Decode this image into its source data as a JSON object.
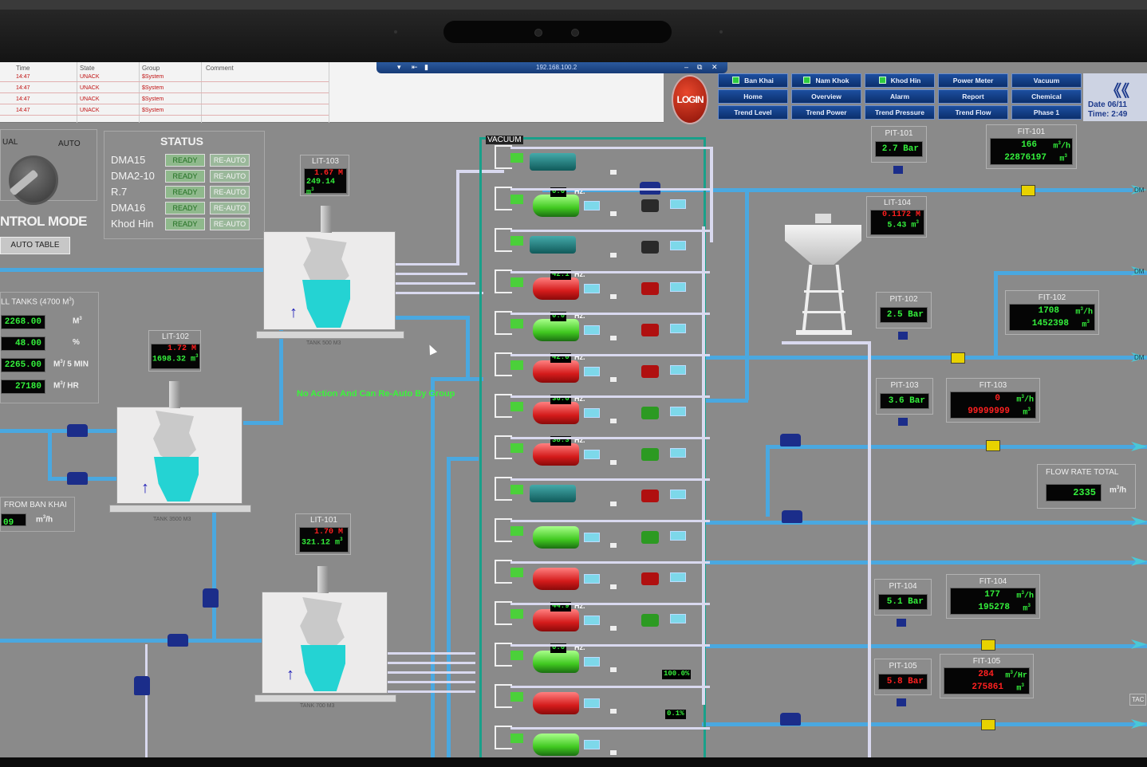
{
  "alarm_list": {
    "headers": [
      "Time",
      "State",
      "Group",
      "Comment"
    ],
    "rows": [
      {
        "time": "14:47",
        "state": "UNACK",
        "group": "$System"
      },
      {
        "time": "14:47",
        "state": "UNACK",
        "group": "$System"
      },
      {
        "time": "14:47",
        "state": "UNACK",
        "group": "$System"
      },
      {
        "time": "14:47",
        "state": "UNACK",
        "group": "$System"
      }
    ]
  },
  "remote_bar": {
    "ip": "192.168.100.2"
  },
  "login_label": "LOGIN",
  "nav": {
    "row1": [
      {
        "label": "Ban Khai",
        "indicator": true
      },
      {
        "label": "Nam Khok",
        "indicator": true
      },
      {
        "label": "Khod Hin",
        "indicator": true
      },
      {
        "label": "Power Meter",
        "indicator": false
      },
      {
        "label": "Vacuum",
        "indicator": false
      }
    ],
    "row2": [
      "Home",
      "Overview",
      "Alarm",
      "Report",
      "Chemical"
    ],
    "row3": [
      "Trend Level",
      "Trend Power",
      "Trend Pressure",
      "Trend Flow",
      "Phase 1"
    ]
  },
  "datetime": {
    "date_label": "Date",
    "date_value": "06/11",
    "time_label": "Time:",
    "time_value": "2:49"
  },
  "mode": {
    "manual_label": "UAL",
    "auto_label": "AUTO",
    "control_mode": "NTROL MODE",
    "auto_table": "AUTO TABLE"
  },
  "status": {
    "title": "STATUS",
    "rows": [
      {
        "name": "DMA15",
        "ready": "READY",
        "reauto": "RE-AUTO"
      },
      {
        "name": "DMA2-10",
        "ready": "READY",
        "reauto": "RE-AUTO"
      },
      {
        "name": "R.7",
        "ready": "READY",
        "reauto": "RE-AUTO"
      },
      {
        "name": "DMA16",
        "ready": "READY",
        "reauto": "RE-AUTO"
      },
      {
        "name": "Khod Hin",
        "ready": "READY",
        "reauto": "RE-AUTO"
      }
    ]
  },
  "all_tanks": {
    "title": "LL TANKS (4700 M",
    "title_sup": "3",
    "rows": [
      {
        "value": "2268.00",
        "unit": "M",
        "sup": "3"
      },
      {
        "value": "48.00",
        "unit": "%",
        "sup": ""
      },
      {
        "value": "2265.00",
        "unit": "M",
        "sup": "3",
        "unit_tail": "/ 5 MIN"
      },
      {
        "value": "27180",
        "unit": "M",
        "sup": "3",
        "unit_tail": "/ HR"
      }
    ]
  },
  "from_ban_khai": {
    "title": "FROM BAN KHAI",
    "value": "09",
    "unit": "m",
    "sup": "3",
    "unit_tail": "/h"
  },
  "lit": {
    "lit103": {
      "name": "LIT-103",
      "level": "1.67 M",
      "volume": "249.14 m",
      "sup": "3"
    },
    "lit102": {
      "name": "LIT-102",
      "level": "1.72 M",
      "volume": "1698.32 m",
      "sup": "3"
    },
    "lit101": {
      "name": "LIT-101",
      "level": "1.70 M",
      "volume": "321.12 m",
      "sup": "3"
    },
    "lit104": {
      "name": "LIT-104",
      "level": "0.1172 M",
      "volume": "5.43 m",
      "sup": "3"
    }
  },
  "tank_labels": {
    "t103": "TANK 500 M3",
    "t102": "TANK 3500 M3",
    "t101": "TANK 700 M3"
  },
  "vacuum_label": "VACUUM",
  "note": "No Action And Can Re-Auto By Group",
  "pumps": [
    {
      "color": "dark",
      "hz": null
    },
    {
      "color": "green",
      "hz": "0.0"
    },
    {
      "color": "dark",
      "hz": null
    },
    {
      "color": "red",
      "hz": "42.1"
    },
    {
      "color": "green",
      "hz": "0.0"
    },
    {
      "color": "red",
      "hz": "42.0"
    },
    {
      "color": "red",
      "hz": "36.6"
    },
    {
      "color": "red",
      "hz": "38.3"
    },
    {
      "color": "dark",
      "hz": null
    },
    {
      "color": "green",
      "hz": null
    },
    {
      "color": "red",
      "hz": null
    },
    {
      "color": "red",
      "hz": "44.9"
    },
    {
      "color": "green",
      "hz": "0.0"
    },
    {
      "color": "red",
      "hz": null
    },
    {
      "color": "green",
      "hz": null
    }
  ],
  "hz_unit": "Hz.",
  "valve_pct": {
    "a": "100.0%",
    "b": "0.1%"
  },
  "pit": [
    {
      "name": "PIT-101",
      "value": "2.7 Bar",
      "color": "green"
    },
    {
      "name": "PIT-102",
      "value": "2.5 Bar",
      "color": "green"
    },
    {
      "name": "PIT-103",
      "value": "3.6 Bar",
      "color": "green"
    },
    {
      "name": "PIT-104",
      "value": "5.1 Bar",
      "color": "green"
    },
    {
      "name": "PIT-105",
      "value": "5.8 Bar",
      "color": "red"
    }
  ],
  "fit": [
    {
      "name": "FIT-101",
      "rate": "166",
      "rate_unit": "m",
      "rate_sup": "3",
      "rate_tail": "/h",
      "total": "22876197",
      "total_unit": "m",
      "total_sup": "3",
      "color": "green"
    },
    {
      "name": "FIT-102",
      "rate": "1708",
      "rate_unit": "m",
      "rate_sup": "3",
      "rate_tail": "/h",
      "total": "1452398",
      "total_unit": "m",
      "total_sup": "3",
      "color": "green"
    },
    {
      "name": "FIT-103",
      "rate": "0",
      "rate_unit": "m",
      "rate_sup": "3",
      "rate_tail": "/h",
      "total": "99999999",
      "total_unit": "m",
      "total_sup": "3",
      "color": "red"
    },
    {
      "name": "FIT-104",
      "rate": "177",
      "rate_unit": "m",
      "rate_sup": "3",
      "rate_tail": "/h",
      "total": "195278",
      "total_unit": "m",
      "total_sup": "3",
      "color": "green"
    },
    {
      "name": "FIT-105",
      "rate": "284",
      "rate_unit": "m",
      "rate_sup": "3",
      "rate_tail": "/Hr",
      "total": "275861",
      "total_unit": "m",
      "total_sup": "3",
      "color": "red"
    }
  ],
  "flow_rate_total": {
    "title": "FLOW RATE TOTAL",
    "value": "2335",
    "unit": "m",
    "sup": "3",
    "unit_tail": "/h"
  },
  "edge_tags": [
    "DM",
    "DM",
    "DM",
    "TAC"
  ],
  "colors": {
    "pipe": "#4aa8e0",
    "green_lcd": "#34f03c",
    "red_lcd": "#ff2020",
    "nav_bg": "#0b2f6c",
    "vacuum_frame": "#19a08a"
  }
}
